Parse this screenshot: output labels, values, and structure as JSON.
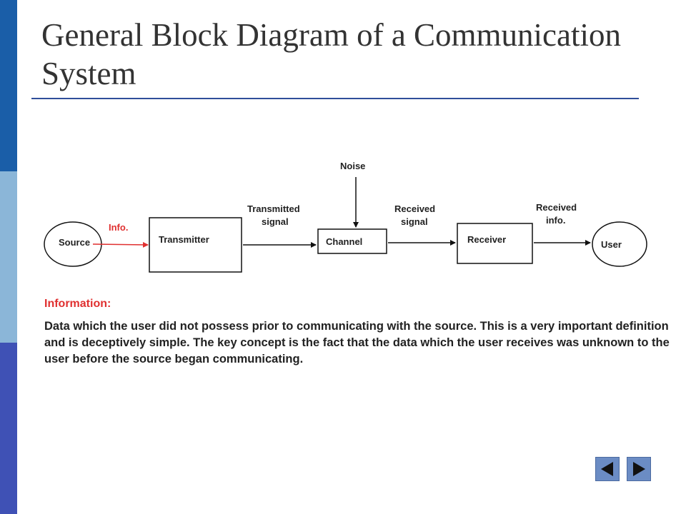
{
  "title": "General Block Diagram of a Communication System",
  "diagram": {
    "nodes": {
      "source": "Source",
      "transmitter": "Transmitter",
      "channel": "Channel",
      "receiver": "Receiver",
      "user": "User",
      "noise": "Noise"
    },
    "edges": {
      "info_line1": "Info.",
      "transmitted_line1": "Transmitted",
      "transmitted_line2": "signal",
      "received_line1": "Received",
      "received_line2": "signal",
      "received_info_line1": "Received",
      "received_info_line2": "info."
    }
  },
  "information": {
    "heading": "Information:",
    "body": "Data which the user did not possess prior to communicating with the source.  This is a very important definition and is deceptively simple.  The key concept is the fact that the data which the user receives was unknown to the user before the source began communicating."
  },
  "nav": {
    "prev_icon": "triangle-left-icon",
    "next_icon": "triangle-right-icon"
  },
  "colors": {
    "accent_red": "#e03030",
    "sidebar_top": "#1a5ea8",
    "sidebar_mid": "#8bb6d8",
    "sidebar_bottom": "#3f51b5",
    "nav_button": "#6b8cc4"
  }
}
